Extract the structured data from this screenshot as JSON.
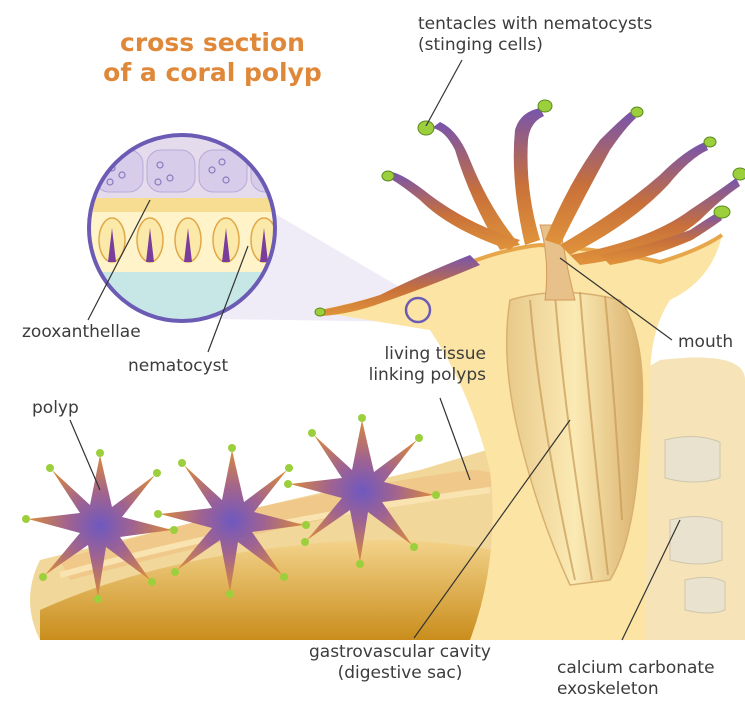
{
  "title": {
    "line1": "cross section",
    "line2": "of a coral polyp"
  },
  "labels": {
    "tentacles": {
      "line1": "tentacles with nematocysts",
      "line2": "(stinging cells)"
    },
    "zooxanthellae": "zooxanthellae",
    "nematocyst": "nematocyst",
    "mouth": "mouth",
    "living_tissue": {
      "line1": "living tissue",
      "line2": "linking polyps"
    },
    "polyp": "polyp",
    "gastrovascular": {
      "line1": "gastrovascular cavity",
      "line2": "(digestive sac)"
    },
    "calcium": {
      "line1": "calcium carbonate",
      "line2": "exoskeleton"
    }
  },
  "colors": {
    "title": "#e0883a",
    "tentacle_purple": "#7a5ab0",
    "tentacle_orange": "#d27a2e",
    "tissue_yellow": "#fbe4a4",
    "skeleton": "#e9e2cf",
    "nematocyst_tip": "#9ccf3c",
    "callout": "#6b5bb5",
    "callout_fill": "#ece8f6"
  }
}
